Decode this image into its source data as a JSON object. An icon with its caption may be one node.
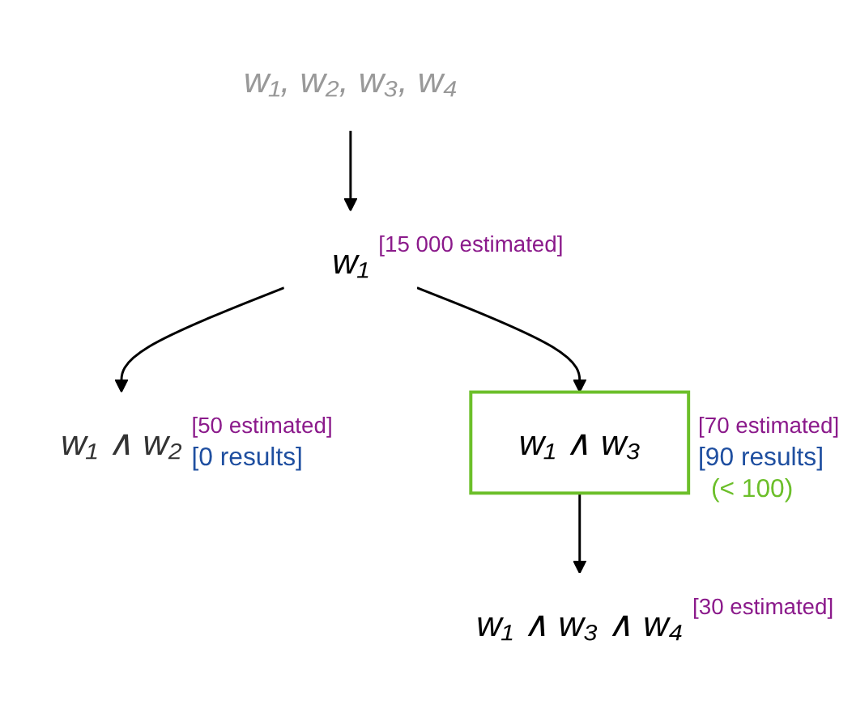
{
  "diagram": {
    "nodes": [
      {
        "text": [
          "w₁, w₂, w₃, w₄"
        ]
      },
      {
        "text": [
          "w₁"
        ],
        "beside": [
          "[15 000 estimated]"
        ]
      },
      {
        "text": [
          "w₁ ∧ w₂"
        ],
        "beside": [
          "[50 estimated]",
          "[0 results]"
        ]
      },
      {
        "text": [
          "w₁ ∧ w₃"
        ],
        "beside": [
          "[70 estimated]",
          "[90 results]",
          "(< 100)"
        ]
      },
      {
        "text": [
          "w₁ ∧ w₃ ∧ w₄"
        ],
        "beside": [
          "[30 estimated]"
        ]
      }
    ],
    "edges": [
      {
        "from": 0,
        "to": 1,
        "arrow": "to"
      },
      {
        "from": 1,
        "to": 2,
        "arrow": "to"
      },
      {
        "from": 1,
        "to": 3,
        "arrow": "to"
      },
      {
        "from": 3,
        "to": 4,
        "arrow": "to"
      }
    ]
  }
}
